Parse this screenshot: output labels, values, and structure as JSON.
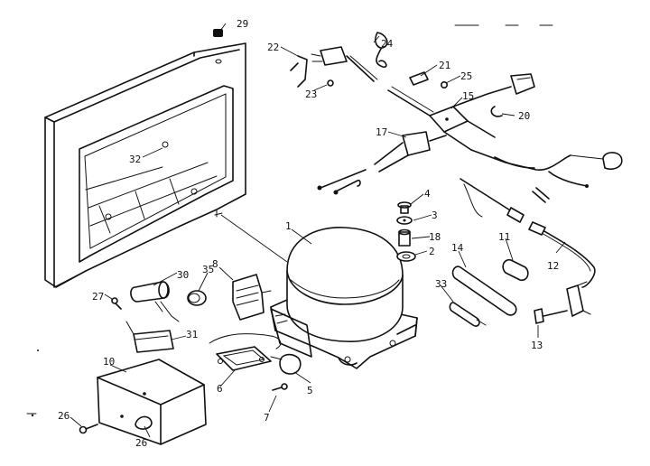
{
  "diagram": {
    "labels": [
      {
        "id": "p1",
        "text": "1"
      },
      {
        "id": "p2",
        "text": "2"
      },
      {
        "id": "p3",
        "text": "3"
      },
      {
        "id": "p4",
        "text": "4"
      },
      {
        "id": "p5",
        "text": "5"
      },
      {
        "id": "p6",
        "text": "6"
      },
      {
        "id": "p7",
        "text": "7"
      },
      {
        "id": "p8",
        "text": "8"
      },
      {
        "id": "p10",
        "text": "10"
      },
      {
        "id": "p11",
        "text": "11"
      },
      {
        "id": "p12",
        "text": "12"
      },
      {
        "id": "p13",
        "text": "13"
      },
      {
        "id": "p14",
        "text": "14"
      },
      {
        "id": "p15",
        "text": "15"
      },
      {
        "id": "p17",
        "text": "17"
      },
      {
        "id": "p18",
        "text": "18"
      },
      {
        "id": "p20",
        "text": "20"
      },
      {
        "id": "p21",
        "text": "21"
      },
      {
        "id": "p22",
        "text": "22"
      },
      {
        "id": "p23",
        "text": "23"
      },
      {
        "id": "p24",
        "text": "24"
      },
      {
        "id": "p25",
        "text": "25"
      },
      {
        "id": "p26a",
        "text": "26"
      },
      {
        "id": "p26b",
        "text": "26"
      },
      {
        "id": "p27",
        "text": "27"
      },
      {
        "id": "p29",
        "text": "29"
      },
      {
        "id": "p30",
        "text": "30"
      },
      {
        "id": "p31",
        "text": "31"
      },
      {
        "id": "p32",
        "text": "32"
      },
      {
        "id": "p33",
        "text": "33"
      },
      {
        "id": "p35",
        "text": "35"
      }
    ]
  }
}
